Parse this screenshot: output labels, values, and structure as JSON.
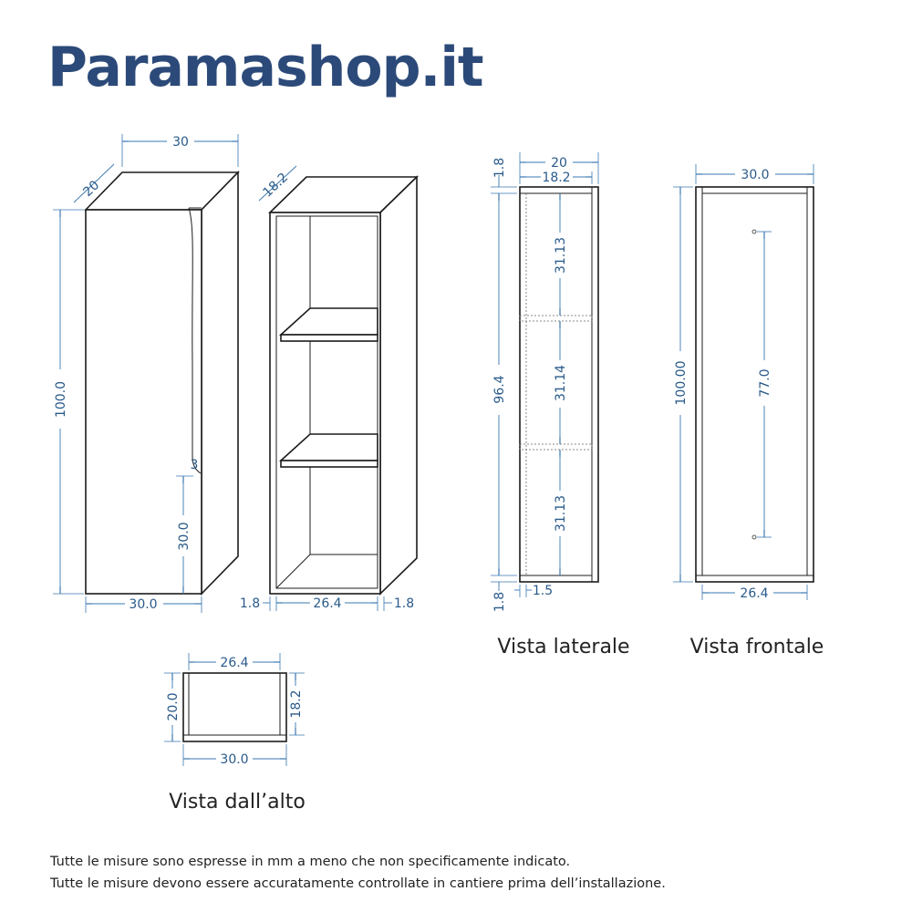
{
  "brand": "Paramashop.it",
  "captions": {
    "side_view": "Vista laterale",
    "front_view": "Vista frontale",
    "top_view": "Vista dall’alto"
  },
  "notes": [
    "Tutte le misure sono espresse in mm a meno che non specificamente indicato.",
    "Tutte le misure devono essere accuratamente controllate in cantiere prima dell’installazione."
  ],
  "dimensions": {
    "closed_width": "30",
    "closed_depth": "20",
    "closed_height": "100.0",
    "closed_handle_height": "30.0",
    "closed_handle_gap": "3",
    "closed_bottom_width": "30.0",
    "open_depth": "18.2",
    "open_left_panel": "1.8",
    "open_inner_width": "26.4",
    "open_right_panel": "1.8",
    "side_total_depth": "20",
    "side_inner_depth": "18.2",
    "side_top_panel": "1.8",
    "side_inner_height": "96.4",
    "side_shelf_top": "31.13",
    "side_shelf_mid": "31.14",
    "side_shelf_bottom": "31.13",
    "side_bottom_panel": "1.8",
    "side_back_panel": "1.5",
    "front_width": "30.0",
    "front_height": "100.00",
    "front_hole_spacing": "77.0",
    "front_inner_width": "26.4",
    "top_inner_width": "26.4",
    "top_depth": "20.0",
    "top_inner_depth": "18.2",
    "top_width": "30.0"
  }
}
